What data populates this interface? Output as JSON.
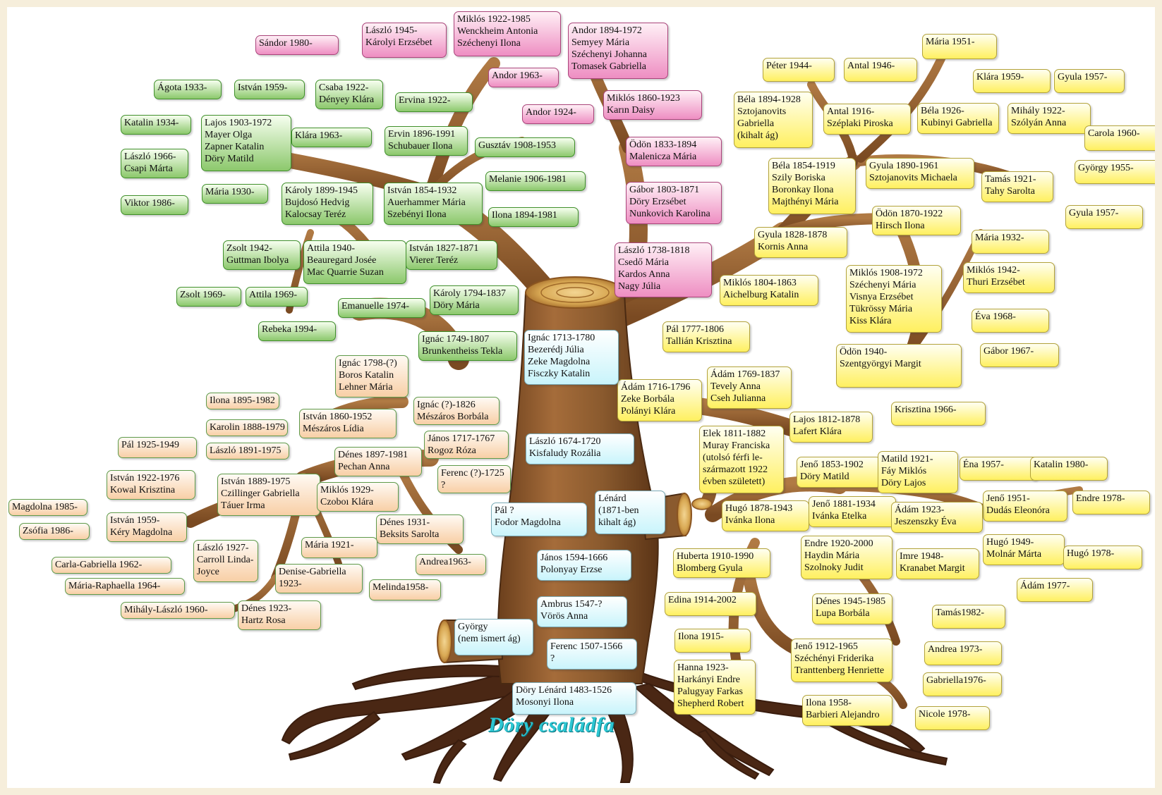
{
  "title": "Döry családfa",
  "colors": {
    "background": "#f6eedb",
    "trunk": "#8a5a2e",
    "roots": "#4a2714",
    "green": "#8cc86c",
    "pink": "#ee8ec2",
    "yellow": "#fff060",
    "peach": "#f8cfa6",
    "cyan": "#c9f4fb",
    "title": "#2cc6d2"
  },
  "nodes": [
    {
      "id": "sandor-1980",
      "color": "pink",
      "lines": [
        "Sándor 1980-"
      ]
    },
    {
      "id": "laszlo-1945",
      "color": "pink",
      "lines": [
        "László 1945-",
        "Károlyi Erzsébet"
      ]
    },
    {
      "id": "miklos-1922",
      "color": "pink",
      "lines": [
        "Miklós 1922-1985",
        "Wenckheim Antonia",
        "Széchenyi Ilona"
      ]
    },
    {
      "id": "andor-1894",
      "color": "pink",
      "lines": [
        "Andor 1894-1972",
        "Semyey Mária",
        "Széchenyi Johanna",
        "Tomasek Gabriella"
      ]
    },
    {
      "id": "andor-1963",
      "color": "pink",
      "lines": [
        "Andor 1963-"
      ]
    },
    {
      "id": "andor-1924",
      "color": "pink",
      "lines": [
        "Andor 1924-"
      ]
    },
    {
      "id": "miklos-1860",
      "color": "pink",
      "lines": [
        "Miklós 1860-1923",
        "Karın Daisy"
      ]
    },
    {
      "id": "odon-1833",
      "color": "pink",
      "lines": [
        "Ödön 1833-1894",
        "Malenicza Mária"
      ]
    },
    {
      "id": "gabor-1803",
      "color": "pink",
      "lines": [
        "Gábor 1803-1871",
        "Döry Erzsébet",
        "Nunkovich Karolina"
      ]
    },
    {
      "id": "laszlo-1738",
      "color": "pink",
      "lines": [
        "László 1738-1818",
        "Csedő Mária",
        "Kardos Anna",
        "Nagy Júlia"
      ]
    },
    {
      "id": "agota-1933",
      "color": "green",
      "lines": [
        "Ágota 1933-"
      ]
    },
    {
      "id": "istvan-1959a",
      "color": "green",
      "lines": [
        "István 1959-"
      ]
    },
    {
      "id": "csaba-1922",
      "color": "green",
      "lines": [
        "Csaba 1922-",
        "Dényey Klára"
      ]
    },
    {
      "id": "ervina-1922",
      "color": "green",
      "lines": [
        "Ervina 1922-"
      ]
    },
    {
      "id": "katalin-1934",
      "color": "green",
      "lines": [
        "Katalin 1934-"
      ]
    },
    {
      "id": "lajos-1903",
      "color": "green",
      "lines": [
        "Lajos 1903-1972",
        "Mayer Olga",
        "Zapner Katalin",
        "Döry Matild"
      ]
    },
    {
      "id": "klara-1963",
      "color": "green",
      "lines": [
        "Klára 1963-"
      ]
    },
    {
      "id": "ervin-1896",
      "color": "green",
      "lines": [
        "Ervin 1896-1991",
        "Schubauer Ilona"
      ]
    },
    {
      "id": "gusztav-1908",
      "color": "green",
      "lines": [
        "Gusztáv 1908-1953"
      ]
    },
    {
      "id": "laszlo-1966",
      "color": "green",
      "lines": [
        "László 1966-",
        "Csapi Márta"
      ]
    },
    {
      "id": "melanie-1906",
      "color": "green",
      "lines": [
        "Melanie 1906-1981"
      ]
    },
    {
      "id": "maria-1930",
      "color": "green",
      "lines": [
        "Mária 1930-"
      ]
    },
    {
      "id": "karoly-1899",
      "color": "green",
      "lines": [
        "Károly 1899-1945",
        "Bujdosó Hedvig",
        "Kalocsay Teréz"
      ]
    },
    {
      "id": "istvan-1854",
      "color": "green",
      "lines": [
        "István 1854-1932",
        "Auerhammer Mária",
        "Szebényi Ilona"
      ]
    },
    {
      "id": "viktor-1986",
      "color": "green",
      "lines": [
        "Viktor 1986-"
      ]
    },
    {
      "id": "ilona-1894",
      "color": "green",
      "lines": [
        "Ilona 1894-1981"
      ]
    },
    {
      "id": "zsolt-1942",
      "color": "green",
      "lines": [
        "Zsolt 1942-",
        "Guttman Ibolya"
      ]
    },
    {
      "id": "attila-1940",
      "color": "green",
      "lines": [
        "Attila 1940-",
        "Beauregard Josée",
        "Mac Quarrie Suzan"
      ]
    },
    {
      "id": "istvan-1827",
      "color": "green",
      "lines": [
        "István 1827-1871",
        "Vierer Teréz"
      ]
    },
    {
      "id": "zsolt-1969",
      "color": "green",
      "lines": [
        "Zsolt 1969-"
      ]
    },
    {
      "id": "attila-1969",
      "color": "green",
      "lines": [
        "Attila 1969-"
      ]
    },
    {
      "id": "karoly-1794",
      "color": "green",
      "lines": [
        "Károly 1794-1837",
        "Döry Mária"
      ]
    },
    {
      "id": "emanuelle-1974",
      "color": "green",
      "lines": [
        "Emanuelle 1974-"
      ]
    },
    {
      "id": "rebeka-1994",
      "color": "green",
      "lines": [
        "Rebeka 1994-"
      ]
    },
    {
      "id": "ignac-1749",
      "color": "green",
      "lines": [
        "Ignác 1749-1807",
        "Brunkentheiss Tekla"
      ]
    },
    {
      "id": "maria-1951",
      "color": "yellow",
      "lines": [
        "Mária 1951-"
      ]
    },
    {
      "id": "peter-1944",
      "color": "yellow",
      "lines": [
        "Péter 1944-"
      ]
    },
    {
      "id": "antal-1946",
      "color": "yellow",
      "lines": [
        "Antal 1946-"
      ]
    },
    {
      "id": "klara-1959",
      "color": "yellow",
      "lines": [
        "Klára 1959-"
      ]
    },
    {
      "id": "gyula-1957a",
      "color": "yellow",
      "lines": [
        "Gyula 1957-"
      ]
    },
    {
      "id": "bela-1894",
      "color": "yellow",
      "lines": [
        "Béla 1894-1928",
        "Sztojanovits",
        "Gabriella",
        "(kihalt ág)"
      ]
    },
    {
      "id": "antal-1916",
      "color": "yellow",
      "lines": [
        "Antal 1916-",
        "Széplaki Piroska"
      ]
    },
    {
      "id": "bela-1926",
      "color": "yellow",
      "lines": [
        "Béla 1926-",
        "Kubinyi Gabriella"
      ]
    },
    {
      "id": "mihaly-1922",
      "color": "yellow",
      "lines": [
        "Mihály 1922-",
        "Szólyán Anna"
      ]
    },
    {
      "id": "carola-1960",
      "color": "yellow",
      "lines": [
        "Carola 1960-"
      ]
    },
    {
      "id": "bela-1854",
      "color": "yellow",
      "lines": [
        "Béla 1854-1919",
        "Szily Boriska",
        "Boronkay Ilona",
        "Majthényi Mária"
      ]
    },
    {
      "id": "gyula-1890",
      "color": "yellow",
      "lines": [
        "Gyula 1890-1961",
        "Sztojanovits Michaela"
      ]
    },
    {
      "id": "tamas-1921",
      "color": "yellow",
      "lines": [
        "Tamás 1921-",
        "Tahy Sarolta"
      ]
    },
    {
      "id": "gyorgy-1955",
      "color": "yellow",
      "lines": [
        "György 1955-"
      ]
    },
    {
      "id": "gyula-1957b",
      "color": "yellow",
      "lines": [
        "Gyula 1957-"
      ]
    },
    {
      "id": "odon-1870",
      "color": "yellow",
      "lines": [
        "Ödön 1870-1922",
        "Hirsch Ilona"
      ]
    },
    {
      "id": "gyula-1828",
      "color": "yellow",
      "lines": [
        "Gyula 1828-1878",
        "Kornis Anna"
      ]
    },
    {
      "id": "maria-1932",
      "color": "yellow",
      "lines": [
        "Mária 1932-"
      ]
    },
    {
      "id": "miklos-1908",
      "color": "yellow",
      "lines": [
        "Miklós 1908-1972",
        "Széchenyi Mária",
        "Visnya Erzsébet",
        "Tükrössy Mária",
        "Kiss Klára"
      ]
    },
    {
      "id": "miklos-1942",
      "color": "yellow",
      "lines": [
        "Miklós 1942-",
        "Thuri Erzsébet"
      ]
    },
    {
      "id": "miklos-1804",
      "color": "yellow",
      "lines": [
        "Miklós 1804-1863",
        "Aichelburg Katalin"
      ]
    },
    {
      "id": "eva-1968",
      "color": "yellow",
      "lines": [
        "Éva 1968-"
      ]
    },
    {
      "id": "pal-1777",
      "color": "yellow",
      "lines": [
        "Pál  1777-1806",
        "Tallián Krisztina"
      ]
    },
    {
      "id": "odon-1940",
      "color": "yellow",
      "lines": [
        "Ödön 1940-",
        "Szentgyörgyi Margit"
      ]
    },
    {
      "id": "gabor-1967",
      "color": "yellow",
      "lines": [
        "Gábor 1967-"
      ]
    },
    {
      "id": "adam-1769",
      "color": "yellow",
      "lines": [
        "Ádám 1769-1837",
        "Tevely Anna",
        "Cseh Julianna"
      ]
    },
    {
      "id": "adam-1716",
      "color": "yellow",
      "lines": [
        "Ádám 1716-1796",
        "Zeke Borbála",
        "Polányi Klára"
      ]
    },
    {
      "id": "krisztina-1966",
      "color": "yellow",
      "lines": [
        "Krisztina 1966-"
      ]
    },
    {
      "id": "lajos-1812",
      "color": "yellow",
      "lines": [
        "Lajos 1812-1878",
        "Lafert Klára"
      ]
    },
    {
      "id": "elek-1811",
      "color": "yellow",
      "lines": [
        "Elek 1811-1882",
        "Muray Franciska",
        "(utolsó férfi le-",
        "származott 1922",
        "évben született)"
      ]
    },
    {
      "id": "jeno-1853",
      "color": "yellow",
      "lines": [
        "Jenő 1853-1902",
        "Döry Matild"
      ]
    },
    {
      "id": "matild-1921",
      "color": "yellow",
      "lines": [
        "Matild 1921-",
        "Fáy Miklós",
        "Döry Lajos"
      ]
    },
    {
      "id": "ena-1957",
      "color": "yellow",
      "lines": [
        "Éna 1957-"
      ]
    },
    {
      "id": "katalin-1980",
      "color": "yellow",
      "lines": [
        "Katalin 1980-"
      ]
    },
    {
      "id": "jeno-1951",
      "color": "yellow",
      "lines": [
        "Jenő 1951-",
        "Dudás Eleonóra"
      ]
    },
    {
      "id": "endre-1978",
      "color": "yellow",
      "lines": [
        "Endre 1978-"
      ]
    },
    {
      "id": "hugo-1878",
      "color": "yellow",
      "lines": [
        "Hugó 1878-1943",
        "Ivánka Ilona"
      ]
    },
    {
      "id": "jeno-1881",
      "color": "yellow",
      "lines": [
        "Jenő 1881-1934",
        "Ivánka Etelka"
      ]
    },
    {
      "id": "adam-1923",
      "color": "yellow",
      "lines": [
        "Ádám 1923-",
        "Jeszenszky Éva"
      ]
    },
    {
      "id": "endre-1920",
      "color": "yellow",
      "lines": [
        "Endre 1920-2000",
        "Haydin Mária",
        "Szolnoky Judit"
      ]
    },
    {
      "id": "hugo-1949",
      "color": "yellow",
      "lines": [
        "Hugó 1949-",
        "Molnár Márta"
      ]
    },
    {
      "id": "hugo-1978",
      "color": "yellow",
      "lines": [
        "Hugó 1978-"
      ]
    },
    {
      "id": "huberta-1910",
      "color": "yellow",
      "lines": [
        "Huberta 1910-1990",
        "Blomberg Gyula"
      ]
    },
    {
      "id": "imre-1948",
      "color": "yellow",
      "lines": [
        "Imre 1948-",
        "Kranabet Margit"
      ]
    },
    {
      "id": "adam-1977",
      "color": "yellow",
      "lines": [
        "Ádám 1977-"
      ]
    },
    {
      "id": "edina-1914",
      "color": "yellow",
      "lines": [
        "Edina 1914-2002"
      ]
    },
    {
      "id": "denes-1945",
      "color": "yellow",
      "lines": [
        "Dénes 1945-1985",
        "Lupa Borbála"
      ]
    },
    {
      "id": "tamas-1982",
      "color": "yellow",
      "lines": [
        "Tamás1982-"
      ]
    },
    {
      "id": "ilona-1915",
      "color": "yellow",
      "lines": [
        "Ilona 1915-"
      ]
    },
    {
      "id": "jeno-1912",
      "color": "yellow",
      "lines": [
        "Jenő 1912-1965",
        "Széchényi Friderika",
        "Tranttenberg Henriette"
      ]
    },
    {
      "id": "andrea-1973",
      "color": "yellow",
      "lines": [
        "Andrea 1973-"
      ]
    },
    {
      "id": "hanna-1923",
      "color": "yellow",
      "lines": [
        "Hanna 1923-",
        "Harkányi Endre",
        "Palugyay Farkas",
        "Shepherd Robert"
      ]
    },
    {
      "id": "gabriella-1976",
      "color": "yellow",
      "lines": [
        "Gabriella1976-"
      ]
    },
    {
      "id": "ilona-1958",
      "color": "yellow",
      "lines": [
        "Ilona 1958-",
        "Barbieri Alejandro"
      ]
    },
    {
      "id": "nicole-1978",
      "color": "yellow",
      "lines": [
        "Nicole 1978-"
      ]
    },
    {
      "id": "ignac-1798",
      "color": "peach",
      "lines": [
        "Ignác 1798-(?)",
        "Boros Katalin",
        "Lehner Mária"
      ]
    },
    {
      "id": "ilona-1895",
      "color": "peach",
      "lines": [
        "Ilona 1895-1982"
      ]
    },
    {
      "id": "istvan-1860",
      "color": "peach",
      "lines": [
        "István 1860-1952",
        "Mészáros Lídia"
      ]
    },
    {
      "id": "ignac-1826",
      "color": "peach",
      "lines": [
        "Ignác   (?)-1826",
        "Mészáros Borbála"
      ]
    },
    {
      "id": "karolin-1888",
      "color": "peach",
      "lines": [
        "Karolin 1888-1979"
      ]
    },
    {
      "id": "janos-1717",
      "color": "peach",
      "lines": [
        "János 1717-1767",
        "Rogoz Róza"
      ]
    },
    {
      "id": "pal-1925",
      "color": "peach",
      "lines": [
        "Pál  1925-1949"
      ]
    },
    {
      "id": "laszlo-1891",
      "color": "peach",
      "lines": [
        "László 1891-1975"
      ]
    },
    {
      "id": "denes-1897",
      "color": "peach",
      "lines": [
        "Dénes 1897-1981",
        "Pechan Anna"
      ]
    },
    {
      "id": "ferenc-1725",
      "color": "peach",
      "lines": [
        "Ferenc  (?)-1725",
        "?"
      ]
    },
    {
      "id": "istvan-1922",
      "color": "peach",
      "lines": [
        "István 1922-1976",
        "Kowal Krisztina"
      ]
    },
    {
      "id": "istvan-1889",
      "color": "peach",
      "lines": [
        "István 1889-1975",
        "Czillinger Gabriella",
        "Táuer Irma"
      ]
    },
    {
      "id": "miklos-1929",
      "color": "peach",
      "lines": [
        "Miklós 1929-",
        "Czoboı Klára"
      ]
    },
    {
      "id": "magdolna-1985",
      "color": "peach",
      "lines": [
        "Magdolna 1985-"
      ]
    },
    {
      "id": "istvan-1959b",
      "color": "peach",
      "lines": [
        "István 1959-",
        "Kéry Magdolna"
      ]
    },
    {
      "id": "denes-1931",
      "color": "peach",
      "lines": [
        "Dénes 1931-",
        "Beksits Sarolta"
      ]
    },
    {
      "id": "zsofia-1986",
      "color": "peach",
      "lines": [
        "Zsófia 1986-"
      ]
    },
    {
      "id": "laszlo-1927",
      "color": "peach",
      "lines": [
        "László 1927-",
        "Carroll Linda-",
        "Joyce"
      ]
    },
    {
      "id": "maria-1921",
      "color": "peach",
      "lines": [
        "Mária 1921-"
      ]
    },
    {
      "id": "carla-1962",
      "color": "peach",
      "lines": [
        "Carla-Gabriella 1962-"
      ]
    },
    {
      "id": "andrea-1963",
      "color": "peach",
      "lines": [
        "Andrea1963-"
      ]
    },
    {
      "id": "denise-1923",
      "color": "peach",
      "lines": [
        "Denise-Gabriella",
        "1923-"
      ]
    },
    {
      "id": "maria-raphaella-1964",
      "color": "peach",
      "lines": [
        "Mária-Raphaella 1964-"
      ]
    },
    {
      "id": "melinda-1958",
      "color": "peach",
      "lines": [
        "Melinda1958-"
      ]
    },
    {
      "id": "mihaly-laszlo-1960",
      "color": "peach",
      "lines": [
        "Mihály-László 1960-"
      ]
    },
    {
      "id": "denes-1923",
      "color": "peach",
      "lines": [
        "Dénes 1923-",
        "Hartz Rosa"
      ]
    },
    {
      "id": "ignac-1713",
      "color": "cyan",
      "lines": [
        "Ignác 1713-1780",
        "Bezerédj Júlia",
        "Zeke Magdolna",
        "Fisczky Katalin"
      ]
    },
    {
      "id": "laszlo-1674",
      "color": "cyan",
      "lines": [
        "László 1674-1720",
        "Kisfaludy Rozália"
      ]
    },
    {
      "id": "pal-unknown",
      "color": "cyan",
      "lines": [
        "Pál  ?",
        "Fodor Magdolna"
      ]
    },
    {
      "id": "lenard",
      "color": "cyan",
      "lines": [
        "Lénárd",
        "(1871-ben",
        "kihalt  ág)"
      ]
    },
    {
      "id": "janos-1594",
      "color": "cyan",
      "lines": [
        "János 1594-1666",
        "Polonyay Erzse"
      ]
    },
    {
      "id": "ambrus-1547",
      "color": "cyan",
      "lines": [
        "Ambrus 1547-?",
        "Vörös Anna"
      ]
    },
    {
      "id": "gyorgy",
      "color": "cyan",
      "lines": [
        "György",
        "(nem ismert ág)"
      ]
    },
    {
      "id": "ferenc-1507",
      "color": "cyan",
      "lines": [
        "Ferenc 1507-1566",
        "?"
      ]
    },
    {
      "id": "lenard-1483",
      "color": "cyan",
      "lines": [
        "Döry Lénárd 1483-1526",
        "Mosonyi Ilona"
      ]
    }
  ]
}
